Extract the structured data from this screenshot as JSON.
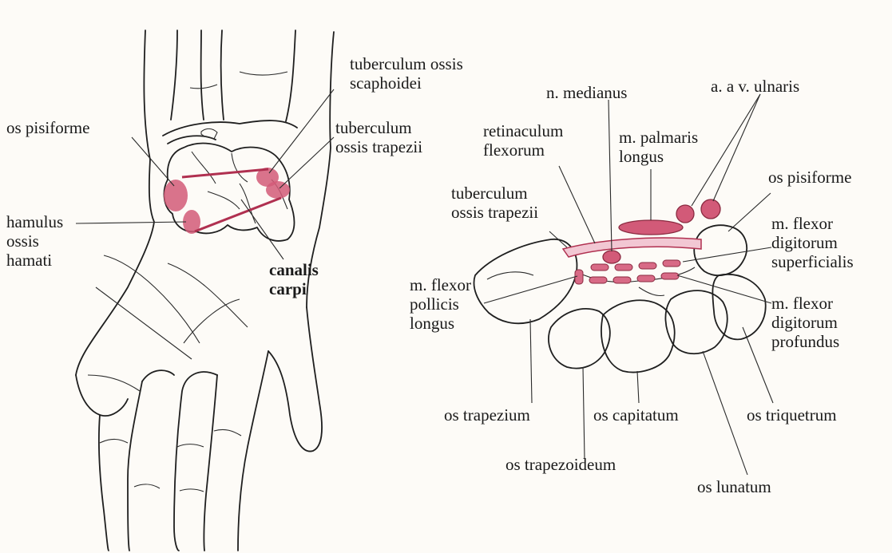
{
  "colors": {
    "paper": "#fdfbf7",
    "ink": "#1f1f1f",
    "accent": "#c04060",
    "accent_fill": "#d25a78",
    "ligament": "#b03050",
    "retinaculum": "#f2c7d3"
  },
  "left_figure": {
    "labels": {
      "tuberculum_scaphoidei": "tuberculum ossis\nscaphoidei",
      "os_pisiforme": "os pisiforme",
      "tuberculum_trapezii": "tuberculum\nossis trapezii",
      "hamulus": "hamulus\nossis\nhamati",
      "canalis_carpi": "canalis\ncarpi"
    }
  },
  "right_figure": {
    "labels": {
      "n_medianus": "n. medianus",
      "a_v_ulnaris": "a. a v. ulnaris",
      "retinaculum": "retinaculum\nflexorum",
      "m_palmaris": "m. palmaris\nlongus",
      "os_pisiforme": "os pisiforme",
      "tuberculum_trapezii": "tuberculum\nossis trapezii",
      "fds": "m. flexor\ndigitorum\nsuperficialis",
      "fpl": "m. flexor\npollicis\nlongus",
      "fdp": "m. flexor\ndigitorum\nprofundus",
      "os_trapezium": "os trapezium",
      "os_capitatum": "os capitatum",
      "os_triquetrum": "os triquetrum",
      "os_trapezoideum": "os trapezoideum",
      "os_lunatum": "os lunatum"
    }
  }
}
